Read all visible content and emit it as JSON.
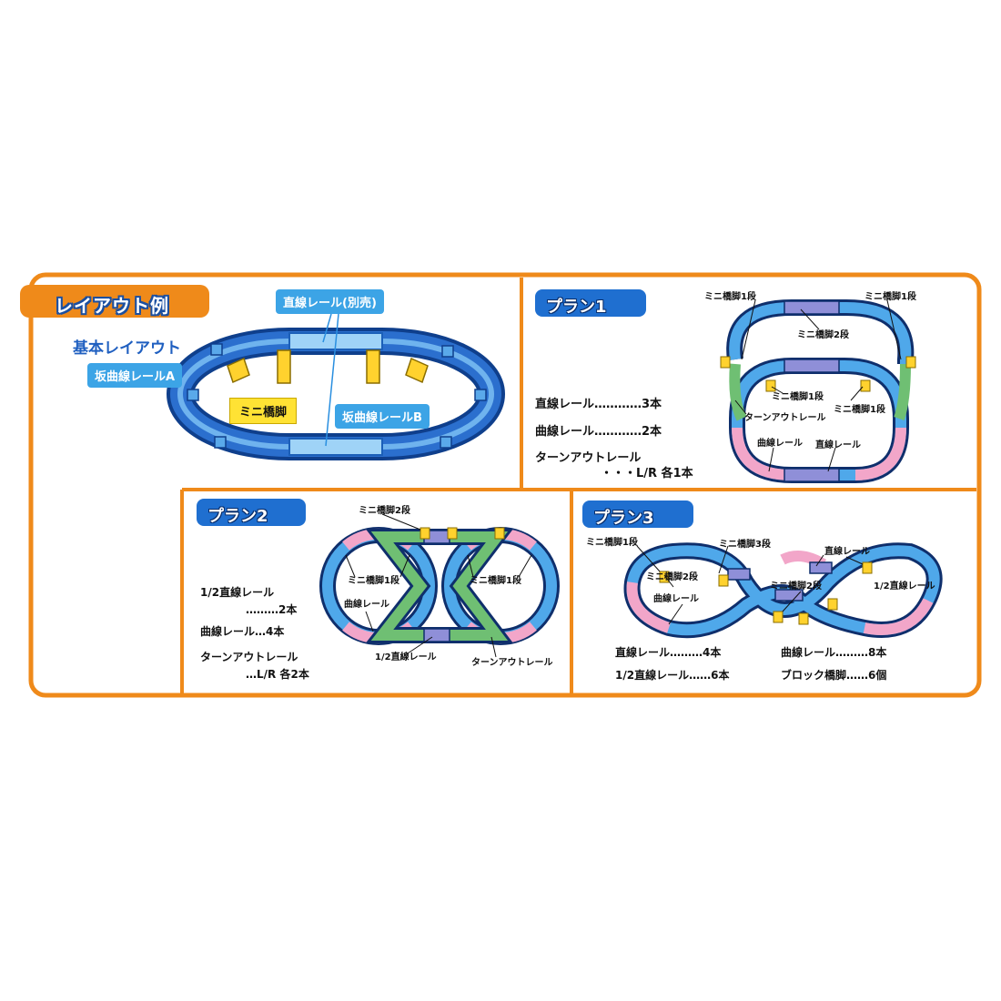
{
  "section_title": "レイアウト例",
  "basic": {
    "heading": "基本レイアウト",
    "label_slope_a": "坂曲線レールA",
    "label_straight_sold": "直線レール(別売)",
    "label_mini_pier": "ミニ橋脚",
    "label_slope_b": "坂曲線レールB"
  },
  "plan1": {
    "badge": "プラン1",
    "parts": [
      {
        "name": "直線レール",
        "dots": "…………",
        "qty": "3本"
      },
      {
        "name": "曲線レール",
        "dots": "…………",
        "qty": "2本"
      },
      {
        "name": "ターンアウトレール",
        "dots": "",
        "qty": ""
      },
      {
        "name": "",
        "dots": "・・・L/R",
        "qty": "各1本"
      }
    ],
    "callouts": {
      "pier1_left": "ミニ橋脚1段",
      "pier1_right": "ミニ橋脚1段",
      "pier2_top": "ミニ橋脚2段",
      "pier1_mid_left": "ミニ橋脚1段",
      "pier1_mid_right": "ミニ橋脚1段",
      "turnout": "ターンアウトレール",
      "curve": "曲線レール",
      "straight": "直線レール"
    }
  },
  "plan2": {
    "badge": "プラン2",
    "parts": [
      {
        "name": "1/2直線レール",
        "dots": "",
        "qty": ""
      },
      {
        "name": "",
        "dots": "………",
        "qty": "2本"
      },
      {
        "name": "曲線レール",
        "dots": "…",
        "qty": "4本"
      },
      {
        "name": "ターンアウトレール",
        "dots": "",
        "qty": ""
      },
      {
        "name": "",
        "dots": "…L/R",
        "qty": "各2本"
      }
    ],
    "callouts": {
      "pier2_top": "ミニ橋脚2段",
      "pier1_left": "ミニ橋脚1段",
      "pier1_right": "ミニ橋脚1段",
      "curve": "曲線レール",
      "half_straight": "1/2直線レール",
      "turnout": "ターンアウトレール"
    }
  },
  "plan3": {
    "badge": "プラン3",
    "parts_left": [
      {
        "name": "直線レール",
        "dots": "………",
        "qty": "4本"
      },
      {
        "name": "1/2直線レール",
        "dots": "……",
        "qty": "6本"
      }
    ],
    "parts_right": [
      {
        "name": "曲線レール",
        "dots": "………",
        "qty": "8本"
      },
      {
        "name": "ブロック橋脚",
        "dots": "……",
        "qty": "6個"
      }
    ],
    "callouts": {
      "pier1_top_left": "ミニ橋脚1段",
      "pier3": "ミニ橋脚3段",
      "straight_top": "直線レール",
      "pier2_left": "ミニ橋脚2段",
      "curve_left": "曲線レール",
      "pier2_mid": "ミニ橋脚2段",
      "half_straight_right": "1/2直線レール"
    }
  },
  "colors": {
    "frame": "#ef8a1a",
    "track_blue": "#3c8fe0",
    "track_green": "#6fbf73",
    "track_pink": "#f2a6c9",
    "track_purple": "#8f8fd8",
    "pier_yellow": "#ffd22e"
  }
}
